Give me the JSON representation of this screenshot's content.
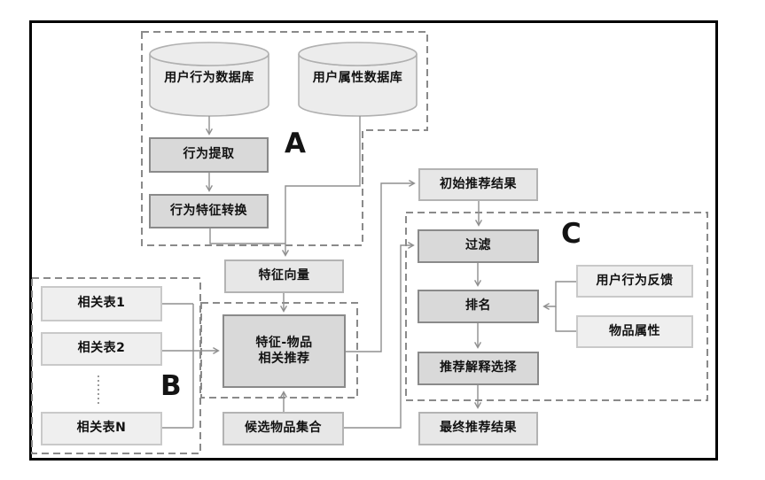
{
  "diagram": {
    "title": "recommendation-pipeline-flowchart",
    "section_labels": {
      "a": "A",
      "b": "B",
      "c": "C"
    },
    "nodes": {
      "user_behavior_db": "用户行为数据库",
      "user_attribute_db": "用户属性数据库",
      "behavior_extraction": "行为提取",
      "behavior_feature_conversion": "行为特征转换",
      "feature_vector": "特征向量",
      "feature_item_recommendation": "特征-物品\n相关推荐",
      "candidate_item_set": "候选物品集合",
      "related_table_1": "相关表1",
      "related_table_2": "相关表2",
      "related_table_n": "相关表N",
      "initial_results": "初始推荐结果",
      "filter": "过滤",
      "ranking": "排名",
      "explanation_selection": "推荐解释选择",
      "final_results": "最终推荐结果",
      "user_behavior_feedback": "用户行为反馈",
      "item_attributes": "物品属性"
    },
    "colors": {
      "frame_border": "#000000",
      "dashed_group_border": "#8a8a8a",
      "connector_line": "#8f8f8f",
      "box_dark_fill": "#d9d9d9",
      "box_dark_border": "#8a8a8a",
      "box_light_fill": "#e7e7e7",
      "box_light_border": "#b3b3b3",
      "cylinder_fill": "#ececec",
      "text": "#111111"
    }
  }
}
